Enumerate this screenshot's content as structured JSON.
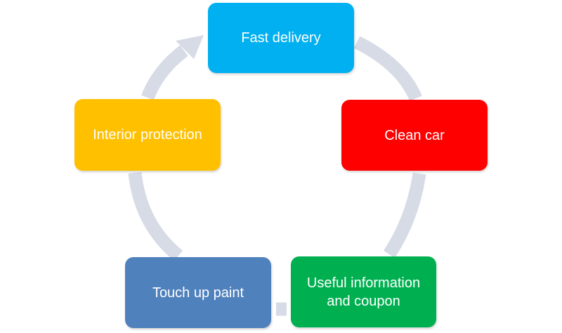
{
  "diagram": {
    "type": "cycle",
    "arrow_color": "#d6dbe6",
    "steps": [
      {
        "label": "Fast delivery",
        "color": "#00b0f0"
      },
      {
        "label": "Clean car",
        "color": "#ff0000"
      },
      {
        "label": "Useful information and coupon",
        "color": "#00b050"
      },
      {
        "label": "Touch up paint",
        "color": "#4f81bd"
      },
      {
        "label": "Interior protection",
        "color": "#ffc000"
      }
    ]
  }
}
